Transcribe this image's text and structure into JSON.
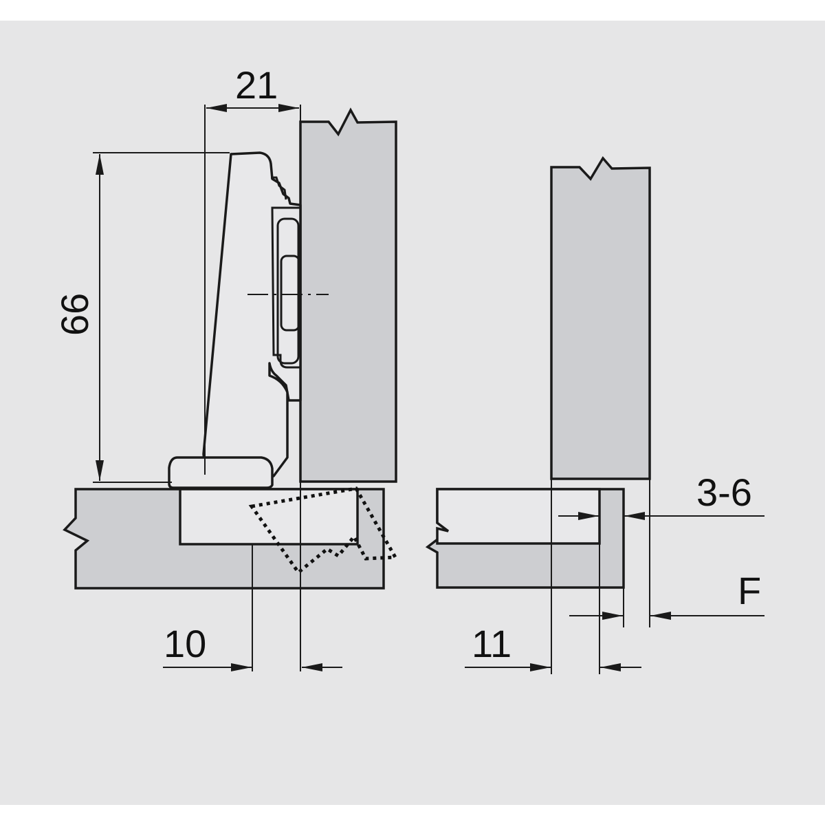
{
  "diagram": {
    "dimensions": {
      "hinge_depth": "21",
      "hinge_height": "66",
      "overlay_left": "10",
      "overlay_right": "11",
      "gap_range": "3-6",
      "gap_letter": "F"
    },
    "colors": {
      "background_panel": "#e6e6e7",
      "wood_fill": "#cdced1",
      "hinge_fill": "#e8e8ea",
      "stroke": "#1a1a1a",
      "dotted": "#111111"
    }
  }
}
